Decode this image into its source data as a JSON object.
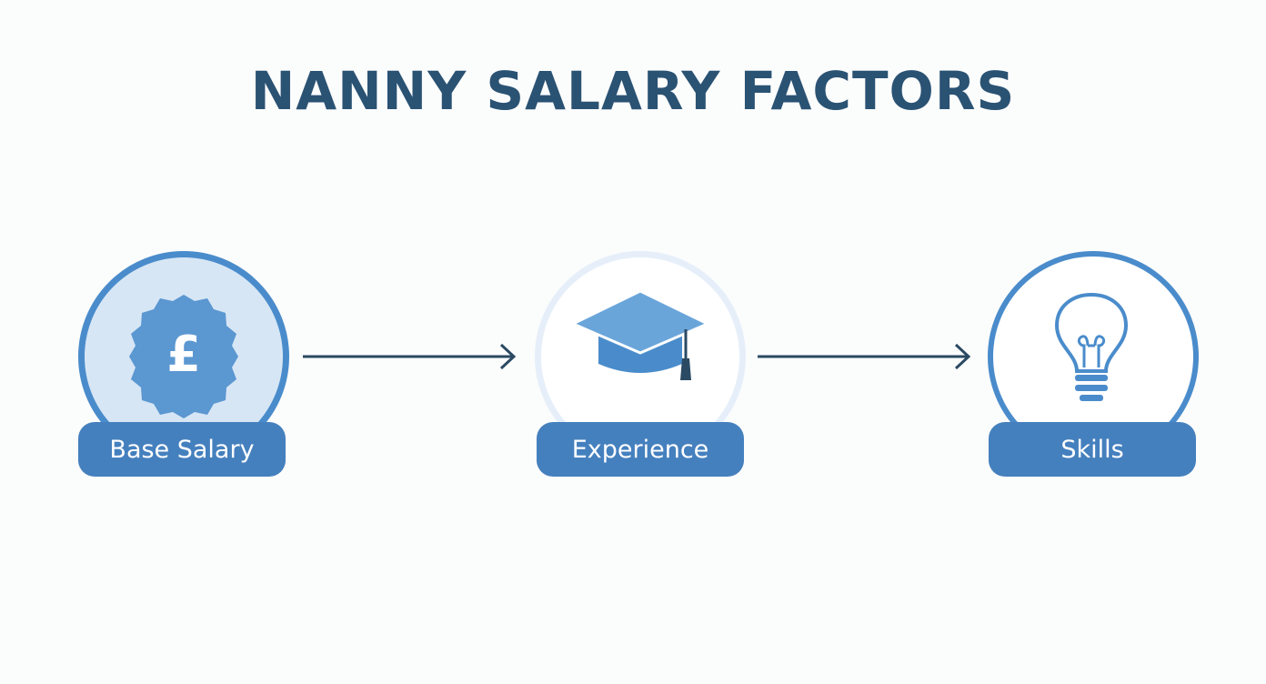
{
  "title": "NANNY SALARY FACTORS",
  "factors": [
    {
      "label": "Base Salary",
      "icon": "pound-badge-icon"
    },
    {
      "label": "Experience",
      "icon": "graduation-cap-icon"
    },
    {
      "label": "Skills",
      "icon": "lightbulb-icon"
    }
  ],
  "badge_symbol": "£",
  "colors": {
    "title": "#2a5273",
    "accent": "#4a8ccb",
    "pill": "#4580be",
    "light_fill": "#d7e6f5",
    "light_ring": "#e6eff9",
    "arrow": "#2b4a63"
  }
}
